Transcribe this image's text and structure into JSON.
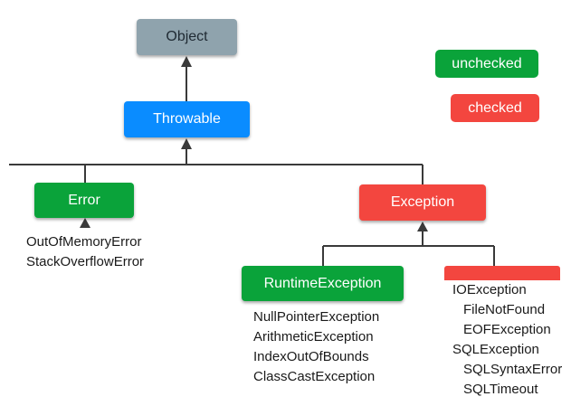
{
  "colors": {
    "object": "#8fa3ad",
    "throwable": "#0a8cff",
    "unchecked": "#0aa33a",
    "checked": "#f3463f",
    "line": "#3a3a3a"
  },
  "nodes": {
    "object": "Object",
    "throwable": "Throwable",
    "error": "Error",
    "exception": "Exception",
    "runtime_exception": "RuntimeException"
  },
  "legend": {
    "unchecked": "unchecked",
    "checked": "checked"
  },
  "error_subclasses": [
    "OutOfMemoryError",
    "StackOverflowError"
  ],
  "runtime_subclasses": [
    "NullPointerException",
    "ArithmeticException",
    "IndexOutOfBounds",
    "ClassCastException"
  ],
  "checked_subclasses": [
    {
      "label": "IOException",
      "indent": 0
    },
    {
      "label": "FileNotFound",
      "indent": 1
    },
    {
      "label": "EOFException",
      "indent": 1
    },
    {
      "label": "SQLException",
      "indent": 0
    },
    {
      "label": "SQLSyntaxError",
      "indent": 1
    },
    {
      "label": "SQLTimeout",
      "indent": 1
    }
  ]
}
